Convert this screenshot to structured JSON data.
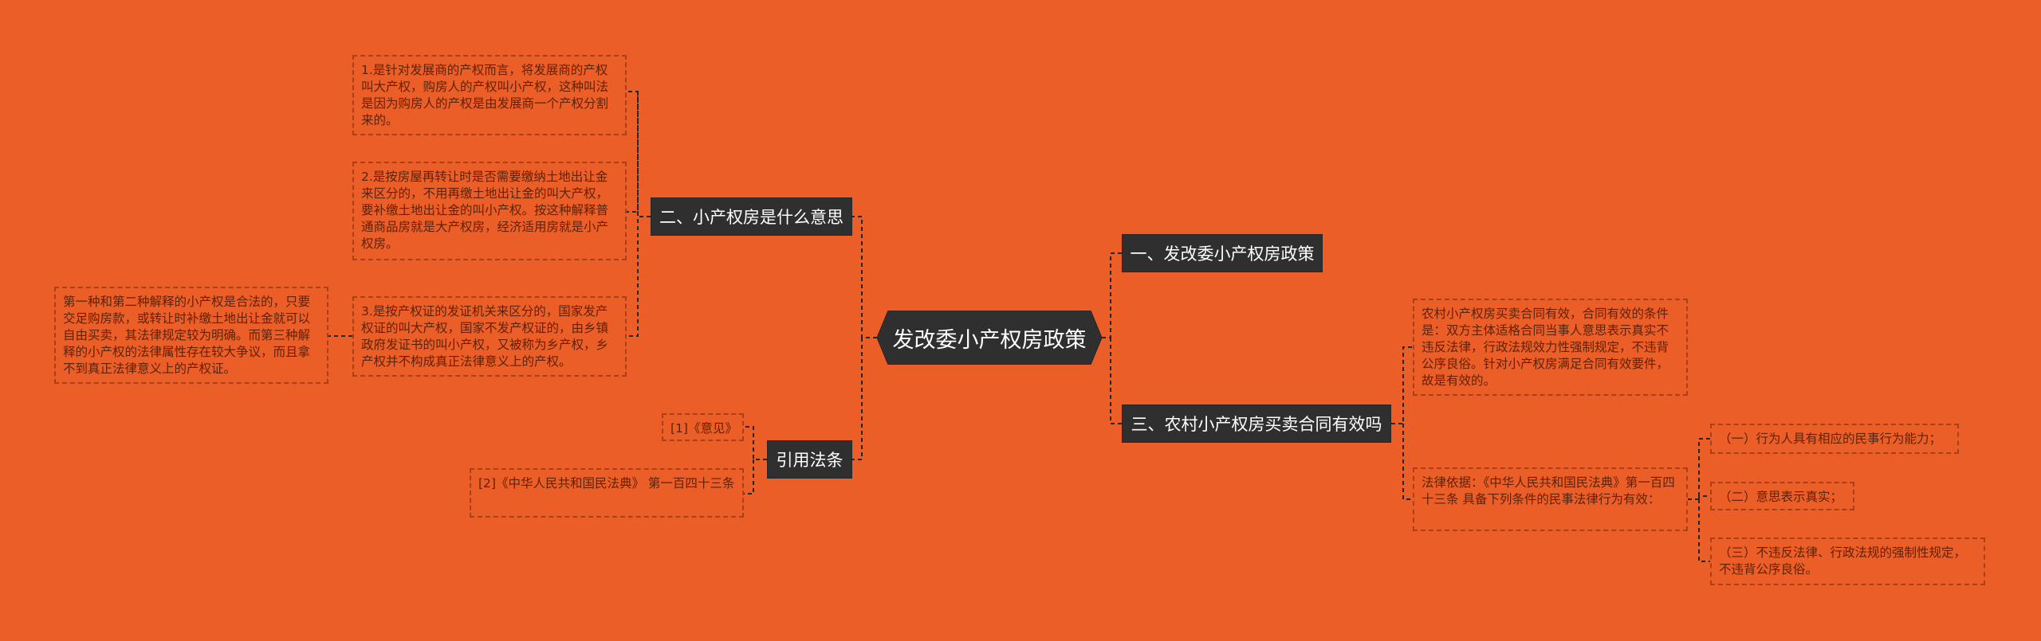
{
  "colors": {
    "background": "#EC5E27",
    "node_fill": "#2F2F2F",
    "node_text": "#FFFFFF",
    "line": "#262626",
    "leaf_border": "#A8401A",
    "leaf_text": "#5E2208"
  },
  "root": {
    "label": "发改委小产权房政策"
  },
  "branches": {
    "b1": {
      "label": "一、发改委小产权房政策"
    },
    "b2": {
      "label": "二、小产权房是什么意思",
      "items": [
        "1.是针对发展商的产权而言，将发展商的产权叫大产权，购房人的产权叫小产权，这种叫法是因为购房人的产权是由发展商一个产权分割来的。",
        "2.是按房屋再转让时是否需要缴纳土地出让金来区分的，不用再缴土地出让金的叫大产权，要补缴土地出让金的叫小产权。按这种解释普通商品房就是大产权房，经济适用房就是小产权房。",
        "3.是按产权证的发证机关来区分的，国家发产权证的叫大产权，国家不发产权证的，由乡镇政府发证书的叫小产权，又被称为乡产权，乡产权并不构成真正法律意义上的产权。"
      ],
      "note": "第一种和第二种解释的小产权是合法的，只要交足购房款，或转让时补缴土地出让金就可以自由买卖，其法律规定较为明确。而第三种解释的小产权的法律属性存在较大争议，而且拿不到真正法律意义上的产权证。"
    },
    "b3": {
      "label": "三、农村小产权房买卖合同有效吗",
      "items": [
        "农村小产权房买卖合同有效，合同有效的条件是：双方主体适格合同当事人意思表示真实不违反法律，行政法规效力性强制规定，不违背公序良俗。针对小产权房满足合同有效要件，故是有效的。",
        "法律依据：《中华人民共和国民法典》第一百四十三条 具备下列条件的民事法律行为有效："
      ],
      "conditions": [
        "（一）行为人具有相应的民事行为能力；",
        "（二）意思表示真实；",
        "（三）不违反法律、行政法规的强制性规定，不违背公序良俗。"
      ]
    },
    "b4": {
      "label": "引用法条",
      "items": [
        "[1]《意见》",
        "[2]《中华人民共和国民法典》 第一百四十三条"
      ]
    }
  }
}
